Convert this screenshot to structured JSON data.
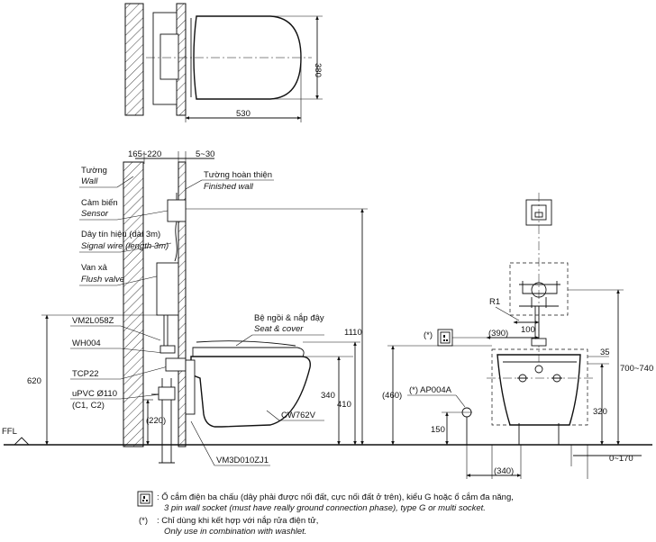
{
  "top_view": {
    "width": "530",
    "depth": "380"
  },
  "side_view": {
    "wall_gap_range": "165~220",
    "finish_range": "5~30",
    "wall_label": "Tường",
    "wall_label_en": "Wall",
    "finished_wall": "Tường hoàn thiện",
    "finished_wall_en": "Finished wall",
    "sensor": "Cảm biến",
    "sensor_en": "Sensor",
    "signal_wire": "Dây tín hiệu (dài 3m)",
    "signal_wire_en": "Signal wire (length 3m)",
    "flush_valve": "Van xả",
    "flush_valve_en": "Flush valve",
    "part_vm2l": "VM2L058Z",
    "part_wh004": "WH004",
    "part_tcp22": "TCP22",
    "pipe": "uPVC Ø110",
    "pipe_codes": "(C1, C2)",
    "seat": "Bệ ngồi & nắp đậy",
    "seat_en": "Seat & cover",
    "bowl_model": "CW762V",
    "bracket_model": "VM3D010ZJ1",
    "dim_620": "620",
    "dim_220": "(220)",
    "dim_340": "340",
    "dim_410": "410",
    "dim_1110": "1110",
    "floor": "FFL"
  },
  "front_view": {
    "r1": "R1",
    "dim_100": "100",
    "dim_390": "(390)",
    "asterisk": "(*)",
    "dim_35": "35",
    "dim_700_740": "700~740",
    "dim_460": "(460)",
    "washlet_part": "(*) AP004A",
    "dim_320": "320",
    "dim_150": "150",
    "dim_0_170": "0~170",
    "dim_340": "(340)"
  },
  "notes": {
    "socket_vi": ": Ổ cắm điện ba chấu (dây phải được nối đất, cực nối đất ở trên), kiểu G hoặc ổ cắm đa năng,",
    "socket_en": "3 pin wall socket (must have really ground connection phase), type G or multi socket.",
    "asterisk_label": "(*)",
    "asterisk_vi": ": Chỉ dùng khi kết hợp với nắp rửa điện tử,",
    "asterisk_en": "Only use in combination with washlet."
  }
}
